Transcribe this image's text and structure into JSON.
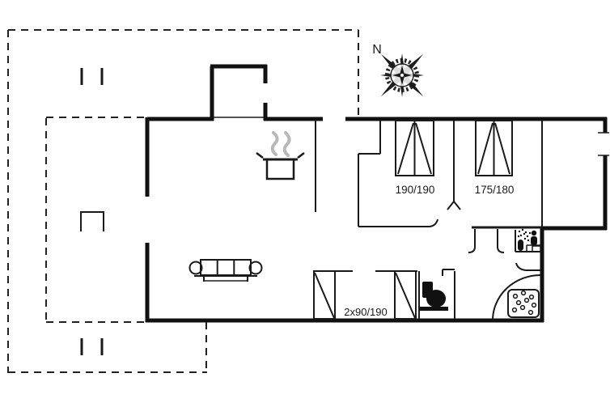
{
  "plan": {
    "compass": {
      "label": "N"
    },
    "bed_sizes": {
      "bedroom1": "190/190",
      "bedroom2": "175/180",
      "bunk_room": "2x90/190"
    },
    "colors": {
      "wall": "#1a1a1a",
      "steam": "#b8b8b8",
      "background": "#ffffff"
    },
    "icons": [
      "compass-rose-icon",
      "steaming-pot-icon",
      "sofa-icon",
      "double-bed-icon",
      "single-bed-icon",
      "toilet-icon",
      "shower-tray-icon",
      "sauna-icon"
    ]
  }
}
